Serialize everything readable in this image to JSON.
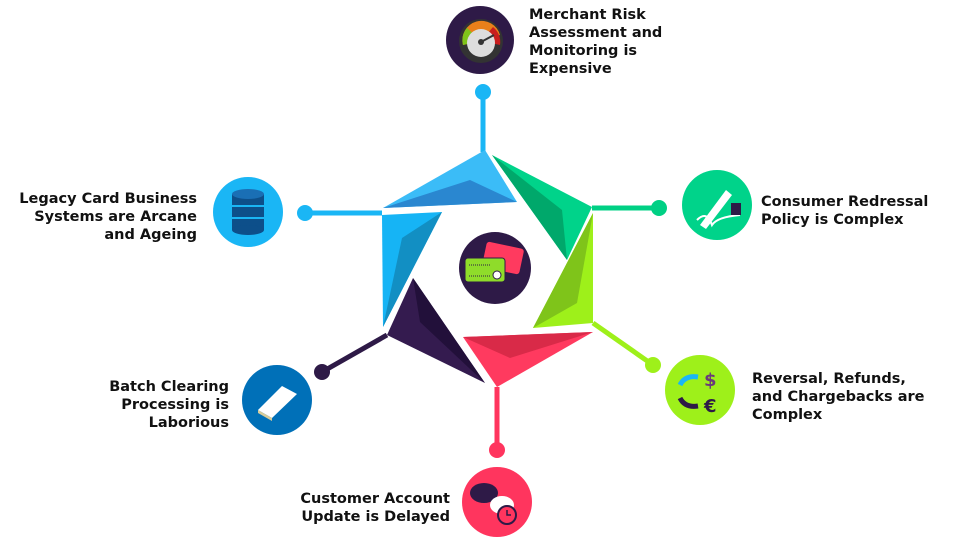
{
  "center": {
    "icon": "credit-card-icon"
  },
  "items": [
    {
      "label": "Merchant Risk Assessment and Monitoring is Expensive",
      "lines": [
        "Merchant Risk",
        "Assessment and",
        "Monitoring is",
        "Expensive"
      ],
      "icon": "gauge-icon",
      "color": "#2e8fe0"
    },
    {
      "label": "Consumer Redressal Policy is Complex",
      "lines": [
        "Consumer Redressal",
        "Policy is Complex"
      ],
      "icon": "pen-signature-icon",
      "color": "#00c97f"
    },
    {
      "label": "Reversal, Refunds, and Chargebacks are Complex",
      "lines": [
        "Reversal, Refunds,",
        "and Chargebacks are",
        "Complex"
      ],
      "icon": "currency-exchange-icon",
      "color": "#9ef01a"
    },
    {
      "label": "Customer Account Update is Delayed",
      "lines": [
        "Customer Account",
        "Update is Delayed"
      ],
      "icon": "chat-clock-icon",
      "color": "#ff355e"
    },
    {
      "label": "Batch Clearing Processing is Laborious",
      "lines": [
        "Batch Clearing",
        "Processing is",
        "Laborious"
      ],
      "icon": "card-stack-icon",
      "color": "#0070b8"
    },
    {
      "label": "Legacy Card Business Systems are Arcane and Ageing",
      "lines": [
        "Legacy Card Business",
        "Systems are Arcane",
        "and Ageing"
      ],
      "icon": "database-icon",
      "color": "#1ab6f5"
    }
  ]
}
